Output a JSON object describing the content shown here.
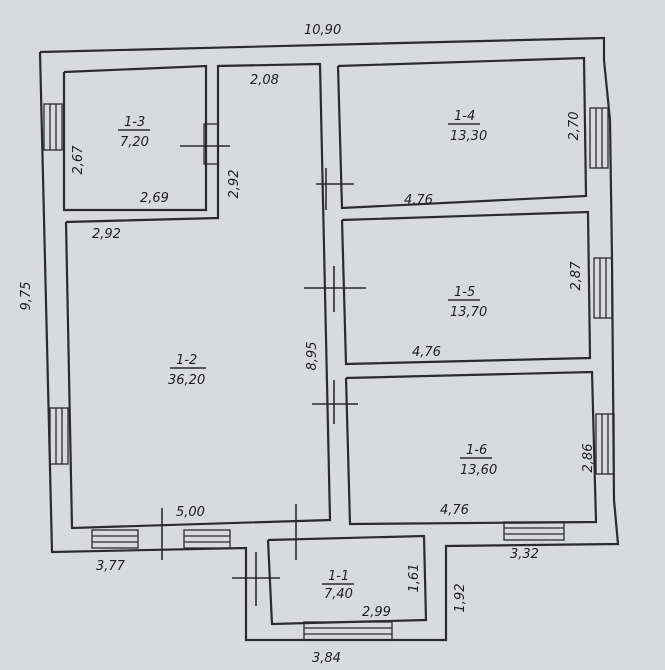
{
  "overall": {
    "width": "10,90",
    "height": "9,75"
  },
  "rooms": [
    {
      "id": "1-1",
      "area": "7,40",
      "dim_a": "1,61",
      "dim_b": "2,99"
    },
    {
      "id": "1-2",
      "area": "36,20",
      "dim_a": "8,95",
      "dim_b": "5,00"
    },
    {
      "id": "1-3",
      "area": "7,20",
      "dim_a": "2,67",
      "dim_b": "2,69"
    },
    {
      "id": "1-4",
      "area": "13,30",
      "dim_a": "2,70",
      "dim_b": "4,76"
    },
    {
      "id": "1-5",
      "area": "13,70",
      "dim_a": "2,87",
      "dim_b": "4,76"
    },
    {
      "id": "1-6",
      "area": "13,60",
      "dim_a": "2,86",
      "dim_b": "4,76"
    }
  ],
  "corridor": {
    "top": "2,08",
    "left_side": "2,92",
    "width_1_2": "2,92"
  },
  "exterior": {
    "bottom_left": "3,77",
    "bottom_right": "3,32",
    "porch_bottom": "3,84",
    "porch_side": "1,92"
  }
}
